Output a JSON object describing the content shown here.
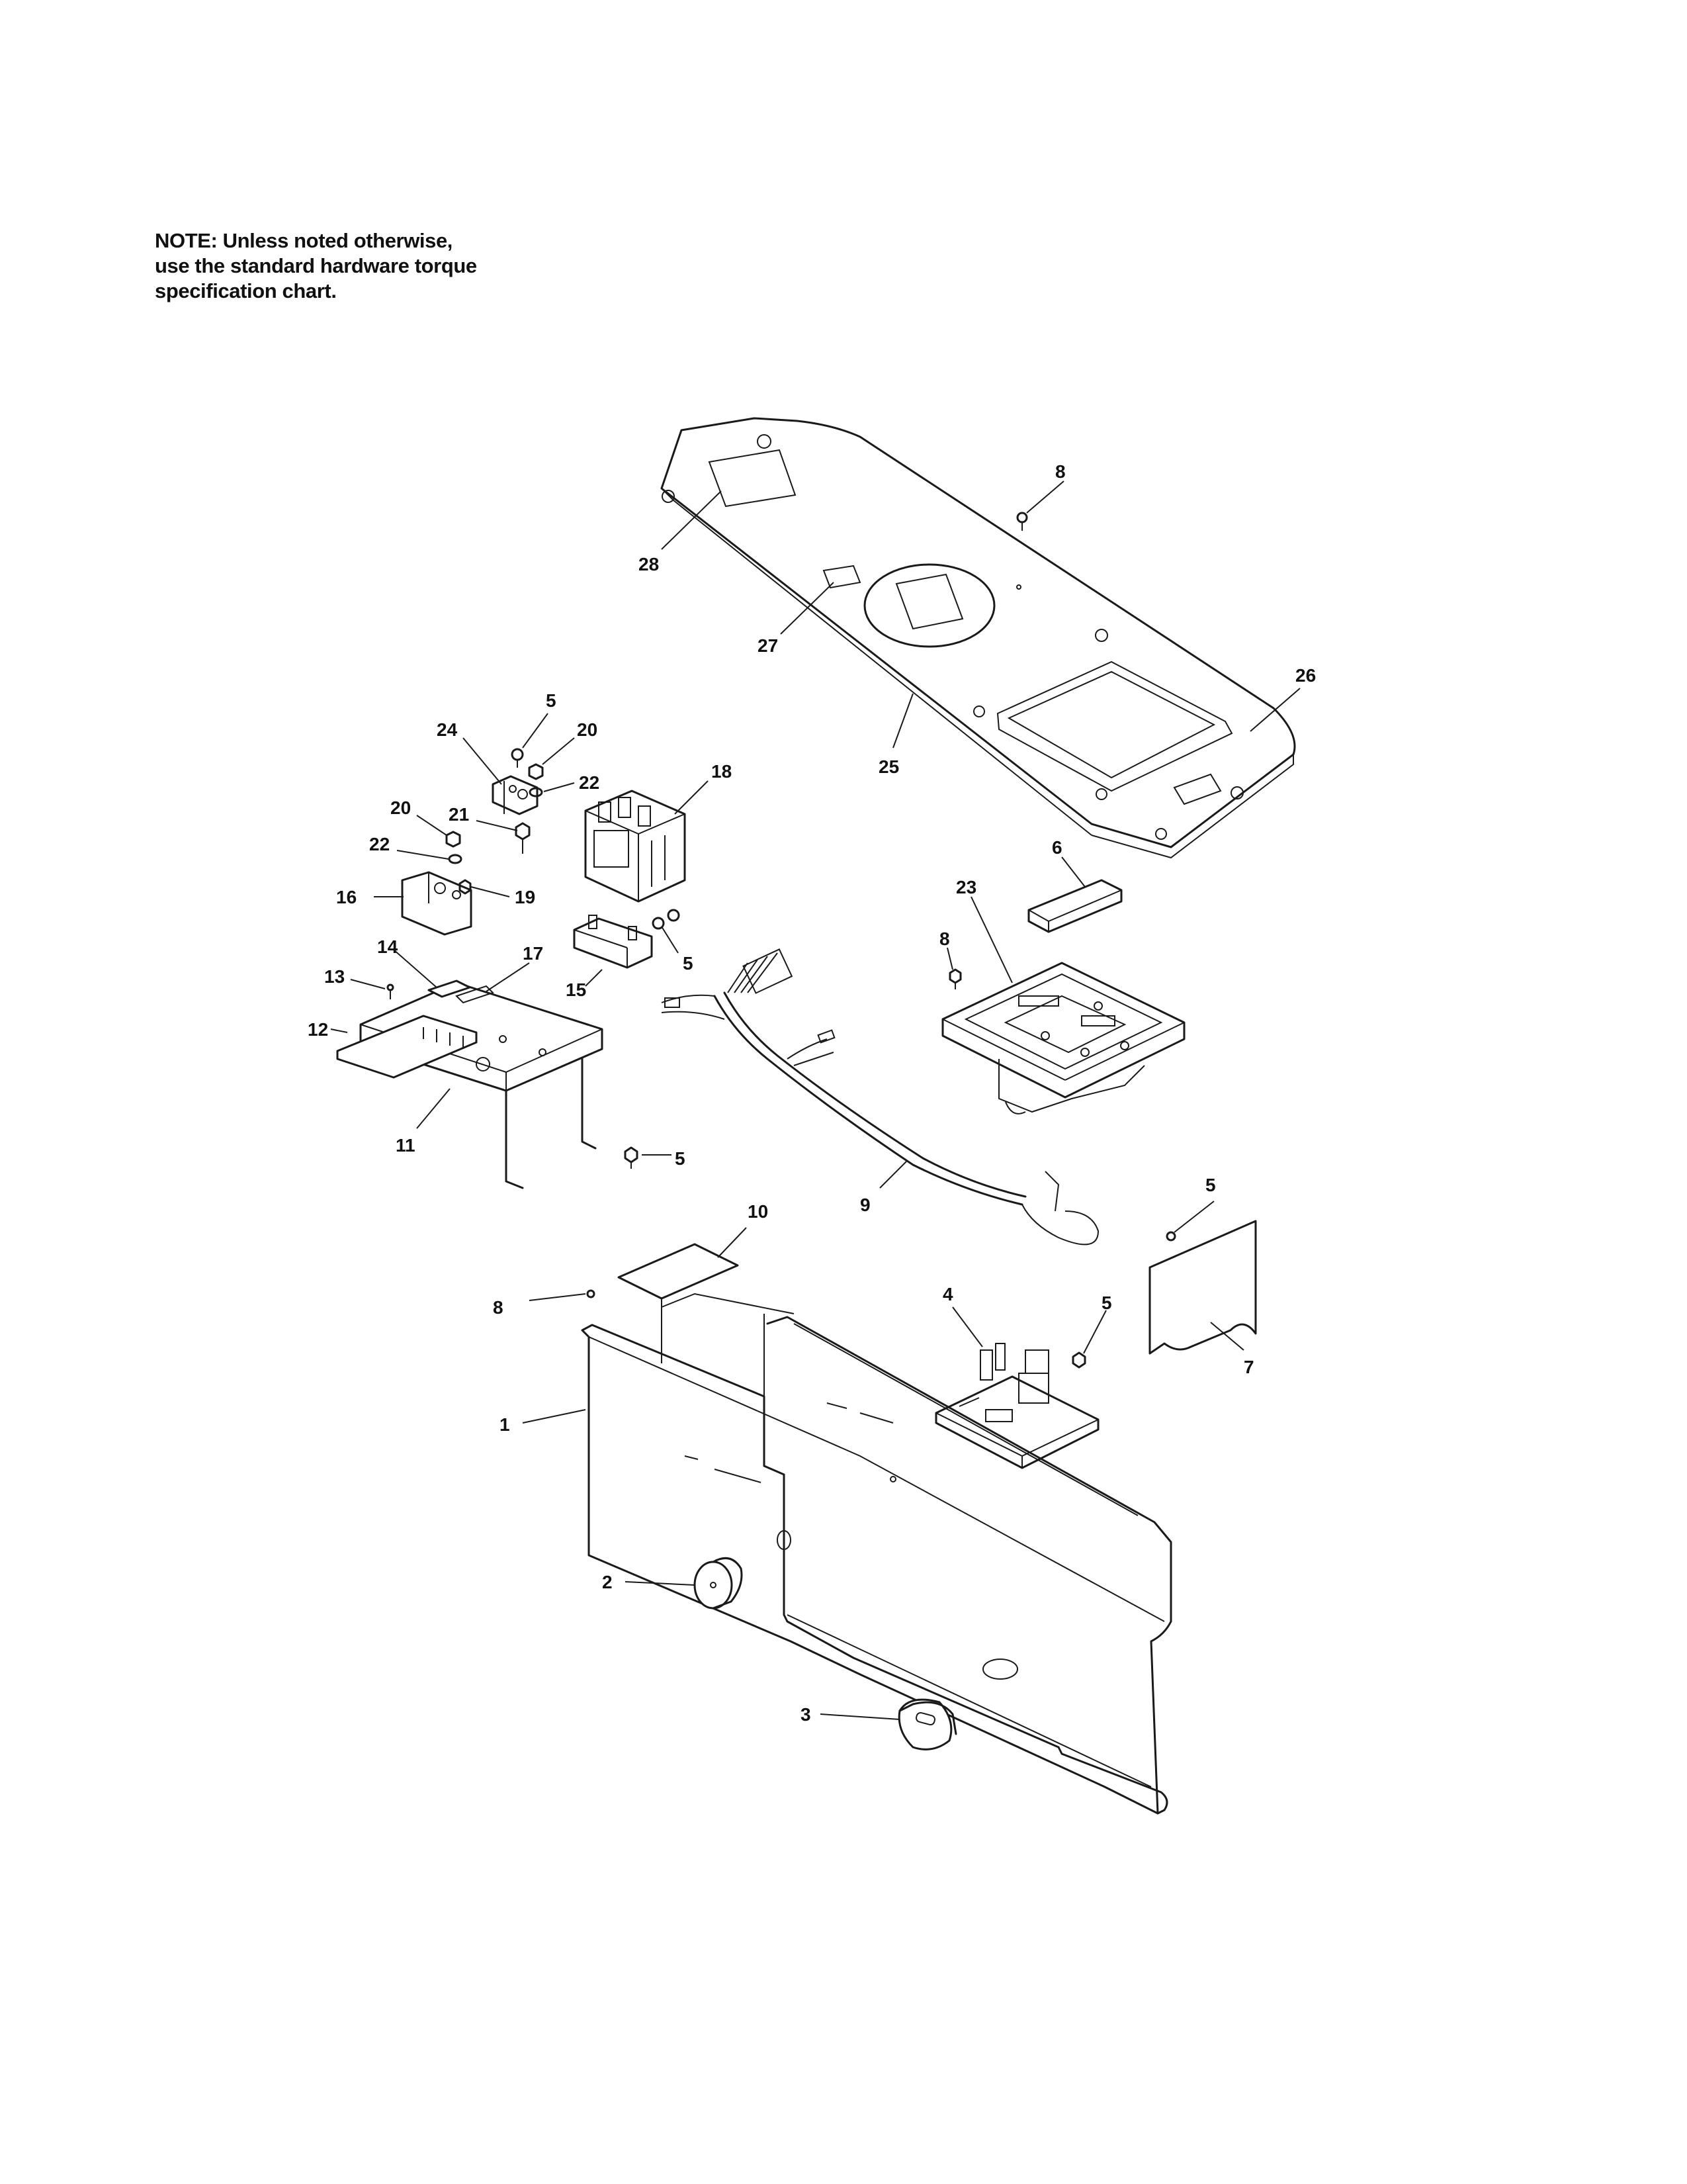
{
  "note": {
    "lines": [
      "NOTE: Unless noted otherwise,",
      "use the standard hardware torque",
      "specification chart."
    ]
  },
  "callouts": [
    {
      "id": "c-28a",
      "text": "28"
    },
    {
      "id": "c-27",
      "text": "27"
    },
    {
      "id": "c-8a",
      "text": "8"
    },
    {
      "id": "c-26",
      "text": "26"
    },
    {
      "id": "c-25",
      "text": "25"
    },
    {
      "id": "c-5a",
      "text": "5"
    },
    {
      "id": "c-24",
      "text": "24"
    },
    {
      "id": "c-20a",
      "text": "20"
    },
    {
      "id": "c-22a",
      "text": "22"
    },
    {
      "id": "c-18",
      "text": "18"
    },
    {
      "id": "c-20b",
      "text": "20"
    },
    {
      "id": "c-21",
      "text": "21"
    },
    {
      "id": "c-22b",
      "text": "22"
    },
    {
      "id": "c-16",
      "text": "16"
    },
    {
      "id": "c-19",
      "text": "19"
    },
    {
      "id": "c-5b",
      "text": "5"
    },
    {
      "id": "c-15",
      "text": "15"
    },
    {
      "id": "c-14",
      "text": "14"
    },
    {
      "id": "c-17",
      "text": "17"
    },
    {
      "id": "c-13",
      "text": "13"
    },
    {
      "id": "c-12",
      "text": "12"
    },
    {
      "id": "c-11",
      "text": "11"
    },
    {
      "id": "c-5c",
      "text": "5"
    },
    {
      "id": "c-6",
      "text": "6"
    },
    {
      "id": "c-23",
      "text": "23"
    },
    {
      "id": "c-8b",
      "text": "8"
    },
    {
      "id": "c-9",
      "text": "9"
    },
    {
      "id": "c-5d",
      "text": "5"
    },
    {
      "id": "c-10",
      "text": "10"
    },
    {
      "id": "c-8c",
      "text": "8"
    },
    {
      "id": "c-4",
      "text": "4"
    },
    {
      "id": "c-5e",
      "text": "5"
    },
    {
      "id": "c-7",
      "text": "7"
    },
    {
      "id": "c-1",
      "text": "1"
    },
    {
      "id": "c-2",
      "text": "2"
    },
    {
      "id": "c-3",
      "text": "3"
    }
  ]
}
